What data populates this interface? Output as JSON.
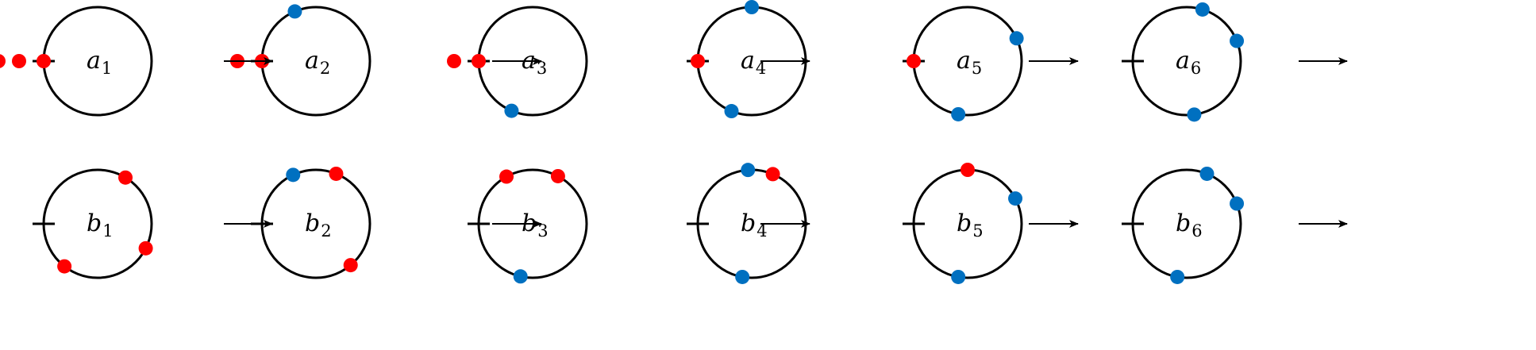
{
  "colors": {
    "red": "#ff0000",
    "blue": "#0070c0",
    "stroke": "#000000"
  },
  "rows": [
    {
      "name": "row-a",
      "states": [
        {
          "letter": "a",
          "index": "1"
        },
        {
          "letter": "a",
          "index": "2"
        },
        {
          "letter": "a",
          "index": "3"
        },
        {
          "letter": "a",
          "index": "4"
        },
        {
          "letter": "a",
          "index": "5"
        },
        {
          "letter": "a",
          "index": "6"
        }
      ]
    },
    {
      "name": "row-b",
      "states": [
        {
          "letter": "b",
          "index": "1"
        },
        {
          "letter": "b",
          "index": "2"
        },
        {
          "letter": "b",
          "index": "3"
        },
        {
          "letter": "b",
          "index": "4"
        },
        {
          "letter": "b",
          "index": "5"
        },
        {
          "letter": "b",
          "index": "6"
        }
      ]
    }
  ]
}
